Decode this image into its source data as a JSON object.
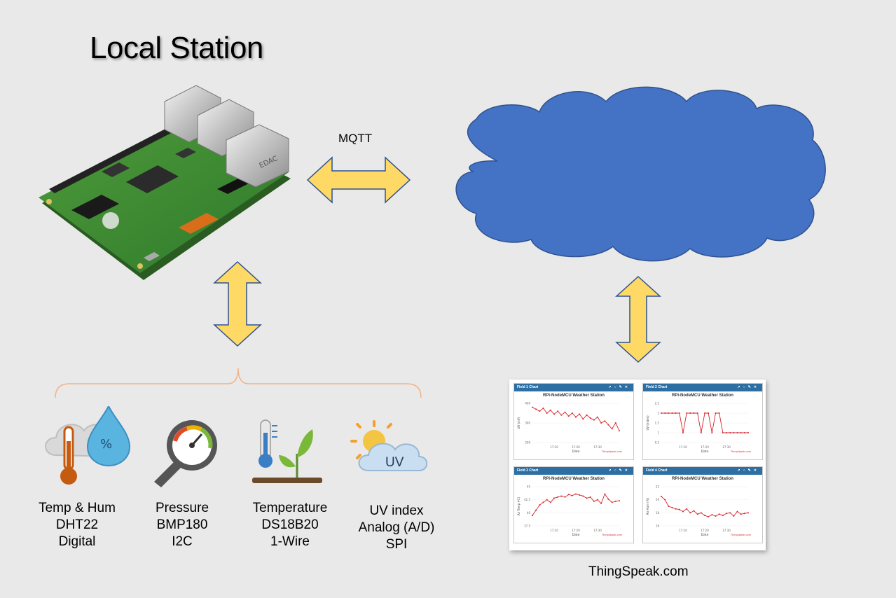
{
  "title": "Local Station",
  "mqtt_label": "MQTT",
  "pi_board_label": "EDAC",
  "sensors": [
    {
      "lines": [
        "Temp & Hum",
        "DHT22",
        "Digital"
      ],
      "icon": "cloud-thermometer-humidity-icon"
    },
    {
      "lines": [
        "Pressure",
        "BMP180",
        "I2C"
      ],
      "icon": "pressure-gauge-icon"
    },
    {
      "lines": [
        "Temperature",
        "DS18B20",
        "1-Wire"
      ],
      "icon": "thermometer-plant-icon"
    },
    {
      "lines": [
        "UV index",
        "Analog (A/D)",
        "SPI"
      ],
      "icon": "sun-cloud-uv-icon",
      "badge": "UV"
    }
  ],
  "humidity_symbol": "%",
  "thingspeak_label": "ThingSpeak.com",
  "colors": {
    "cloud": "#4472c4",
    "arrow_fill": "#ffd966",
    "arrow_stroke": "#2f528f",
    "brace": "#f4b183",
    "chart_header": "#2d6ea3",
    "chart_line": "#d9262c"
  },
  "charts": [
    {
      "header": "Field 1 Chart",
      "title": "RPi-NodeMCU Weather Station",
      "ylabel": "UV (mV)",
      "xlabel": "Date",
      "xticks": [
        "17:10",
        "17:20",
        "17:30"
      ],
      "yticks": [
        "400",
        "300",
        "200"
      ],
      "footer": "ThingSpeak.com",
      "values": [
        380,
        370,
        360,
        375,
        350,
        365,
        345,
        360,
        340,
        355,
        335,
        350,
        330,
        345,
        320,
        340,
        325,
        315,
        330,
        300,
        310,
        290,
        270,
        300,
        260
      ]
    },
    {
      "header": "Field 2 Chart",
      "title": "RPi-NodeMCU Weather Station",
      "ylabel": "UV (index)",
      "xlabel": "Date",
      "xticks": [
        "17:10",
        "17:20",
        "17:30"
      ],
      "yticks": [
        "2.5",
        "2",
        "1.5",
        "1",
        "0.5"
      ],
      "footer": "ThingSpeak.com",
      "values": [
        2,
        2,
        2,
        2,
        2,
        2,
        1,
        2,
        2,
        2,
        2,
        1,
        2,
        2,
        1,
        2,
        2,
        1,
        1,
        1,
        1,
        1,
        1,
        1,
        1
      ]
    },
    {
      "header": "Field 3 Chart",
      "title": "RPi-NodeMCU Weather Station",
      "ylabel": "Air Temp (ºC)",
      "xlabel": "Date",
      "xticks": [
        "17:10",
        "17:20",
        "17:30"
      ],
      "yticks": [
        "45",
        "42.5",
        "40",
        "37.5"
      ],
      "footer": "ThingSpeak.com",
      "values": [
        39.5,
        40.5,
        41.5,
        42,
        42.5,
        42,
        42.8,
        43,
        43.2,
        43,
        43.5,
        43.3,
        43.6,
        43.4,
        43.2,
        42.8,
        43,
        42.2,
        42.5,
        41.8,
        43.6,
        42.6,
        42,
        42.2,
        42.3
      ]
    },
    {
      "header": "Field 4 Chart",
      "title": "RPi-NodeMCU Weather Station",
      "ylabel": "Air Hum (%)",
      "xlabel": "Date",
      "xticks": [
        "17:10",
        "17:20",
        "17:30"
      ],
      "yticks": [
        "22",
        "20",
        "18",
        "16"
      ],
      "footer": "ThingSpeak.com",
      "values": [
        20.5,
        20,
        19,
        18.8,
        18.6,
        18.5,
        18.2,
        18.6,
        18,
        18.3,
        17.8,
        18,
        17.6,
        17.4,
        17.7,
        17.5,
        17.8,
        17.6,
        17.9,
        18,
        17.5,
        18.2,
        17.8,
        17.9,
        18
      ]
    }
  ]
}
